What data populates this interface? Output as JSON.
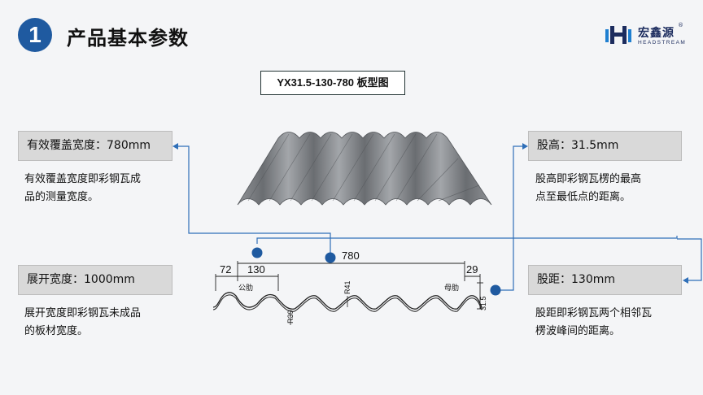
{
  "header": {
    "number": "1",
    "title": "产品基本参数"
  },
  "brand": {
    "name_cn": "宏鑫源",
    "name_en": "HEADSTREAM",
    "reg_mark": "®",
    "logo_icon": "hx-logo-icon",
    "color": "#1c2c5e"
  },
  "diagram": {
    "title": "YX31.5-130-780 板型图",
    "dims": {
      "width": "780",
      "left_edge": "72",
      "pitch": "130",
      "right_edge": "29",
      "height": "31.5"
    },
    "labels": {
      "male_rib": "公肋",
      "female_rib": "母肋",
      "r41": "R41",
      "r39": "R39"
    }
  },
  "params": {
    "coverage": {
      "label": "有效覆盖宽度：780mm",
      "desc1": "有效覆盖宽度即彩钢瓦成",
      "desc2": "品的测量宽度。"
    },
    "unfold": {
      "label": "展开宽度：1000mm",
      "desc1": "展开宽度即彩钢瓦未成品",
      "desc2": "的板材宽度。"
    },
    "height": {
      "label": "股高：31.5mm",
      "desc1": "股高即彩钢瓦楞的最高",
      "desc2": "点至最低点的距离。"
    },
    "pitch": {
      "label": "股距：130mm",
      "desc1": "股距即彩钢瓦两个相邻瓦",
      "desc2": "楞波峰间的距离。"
    }
  },
  "colors": {
    "accent": "#1f5aa0",
    "connector": "#2f6fb8",
    "box": "#d9d9d9"
  }
}
